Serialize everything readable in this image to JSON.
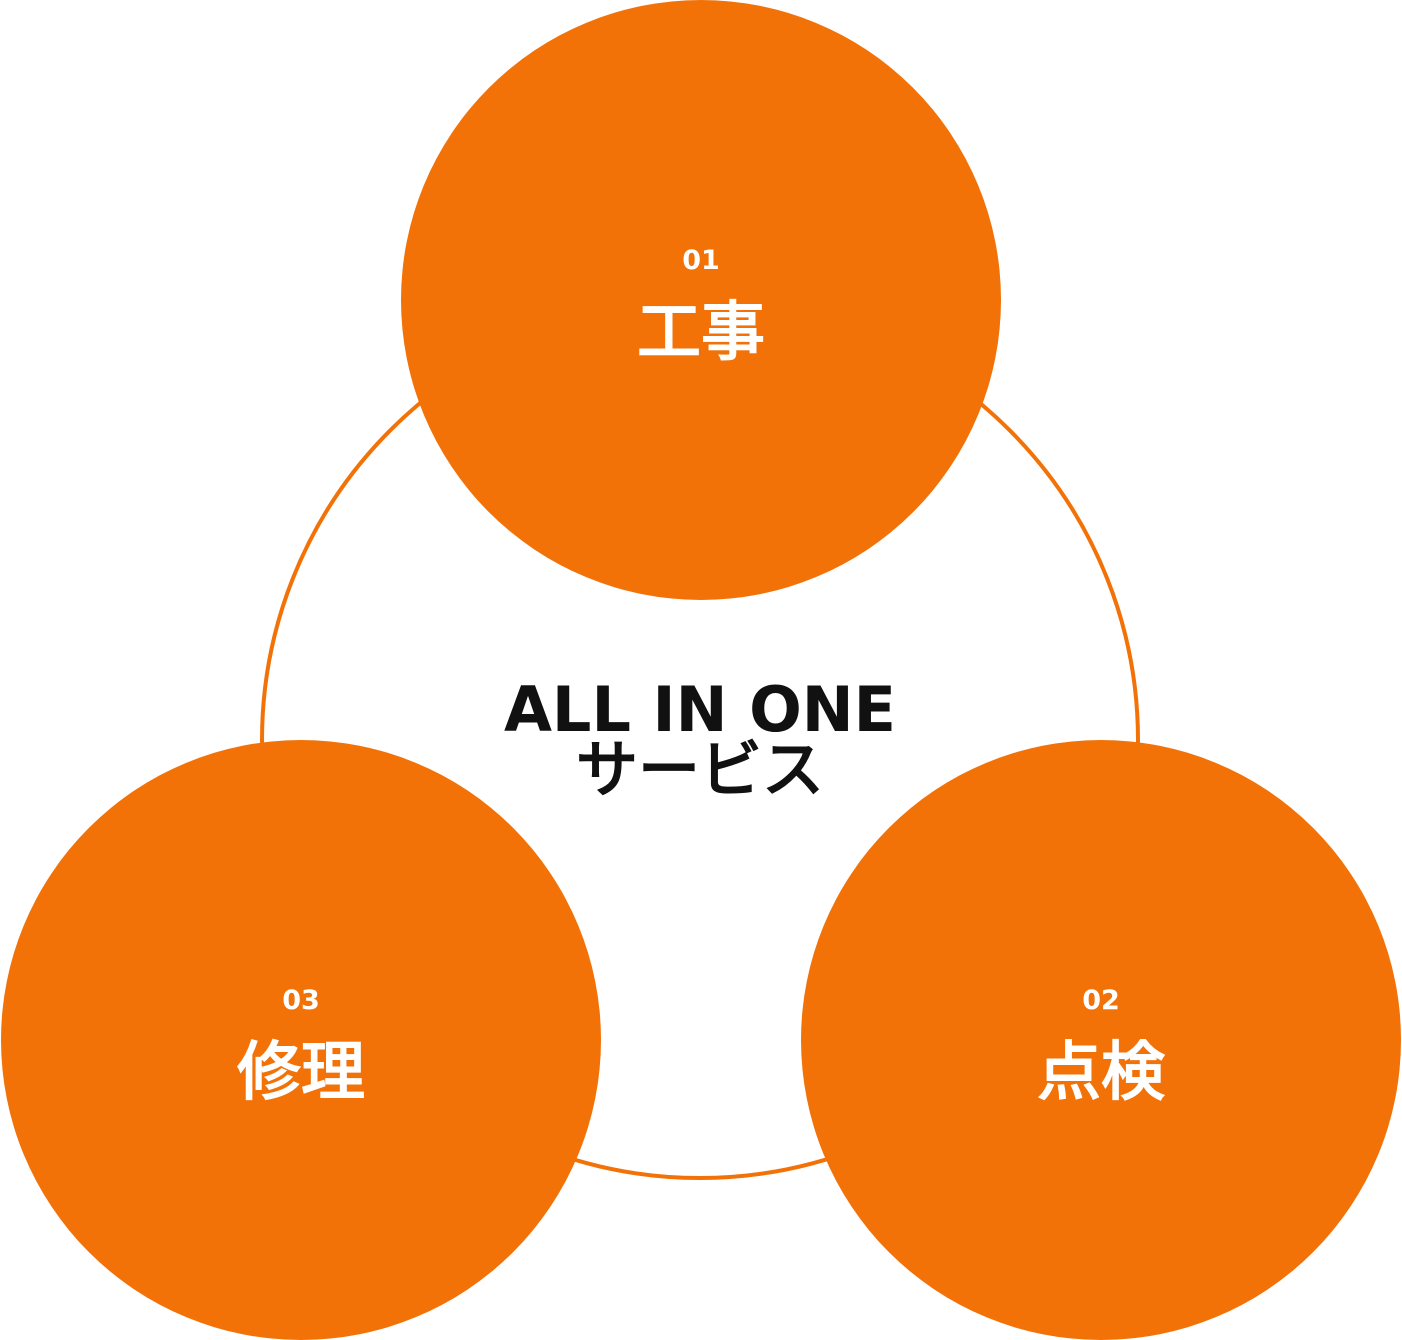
{
  "center": {
    "line1": "ALL IN ONE",
    "line2": "サービス"
  },
  "services": [
    {
      "number": "01",
      "label": "工事"
    },
    {
      "number": "02",
      "label": "点検"
    },
    {
      "number": "03",
      "label": "修理"
    }
  ],
  "colors": {
    "accent": "#f27208",
    "text_on_accent": "#ffffff",
    "center_text": "#111111",
    "background": "#ffffff"
  }
}
